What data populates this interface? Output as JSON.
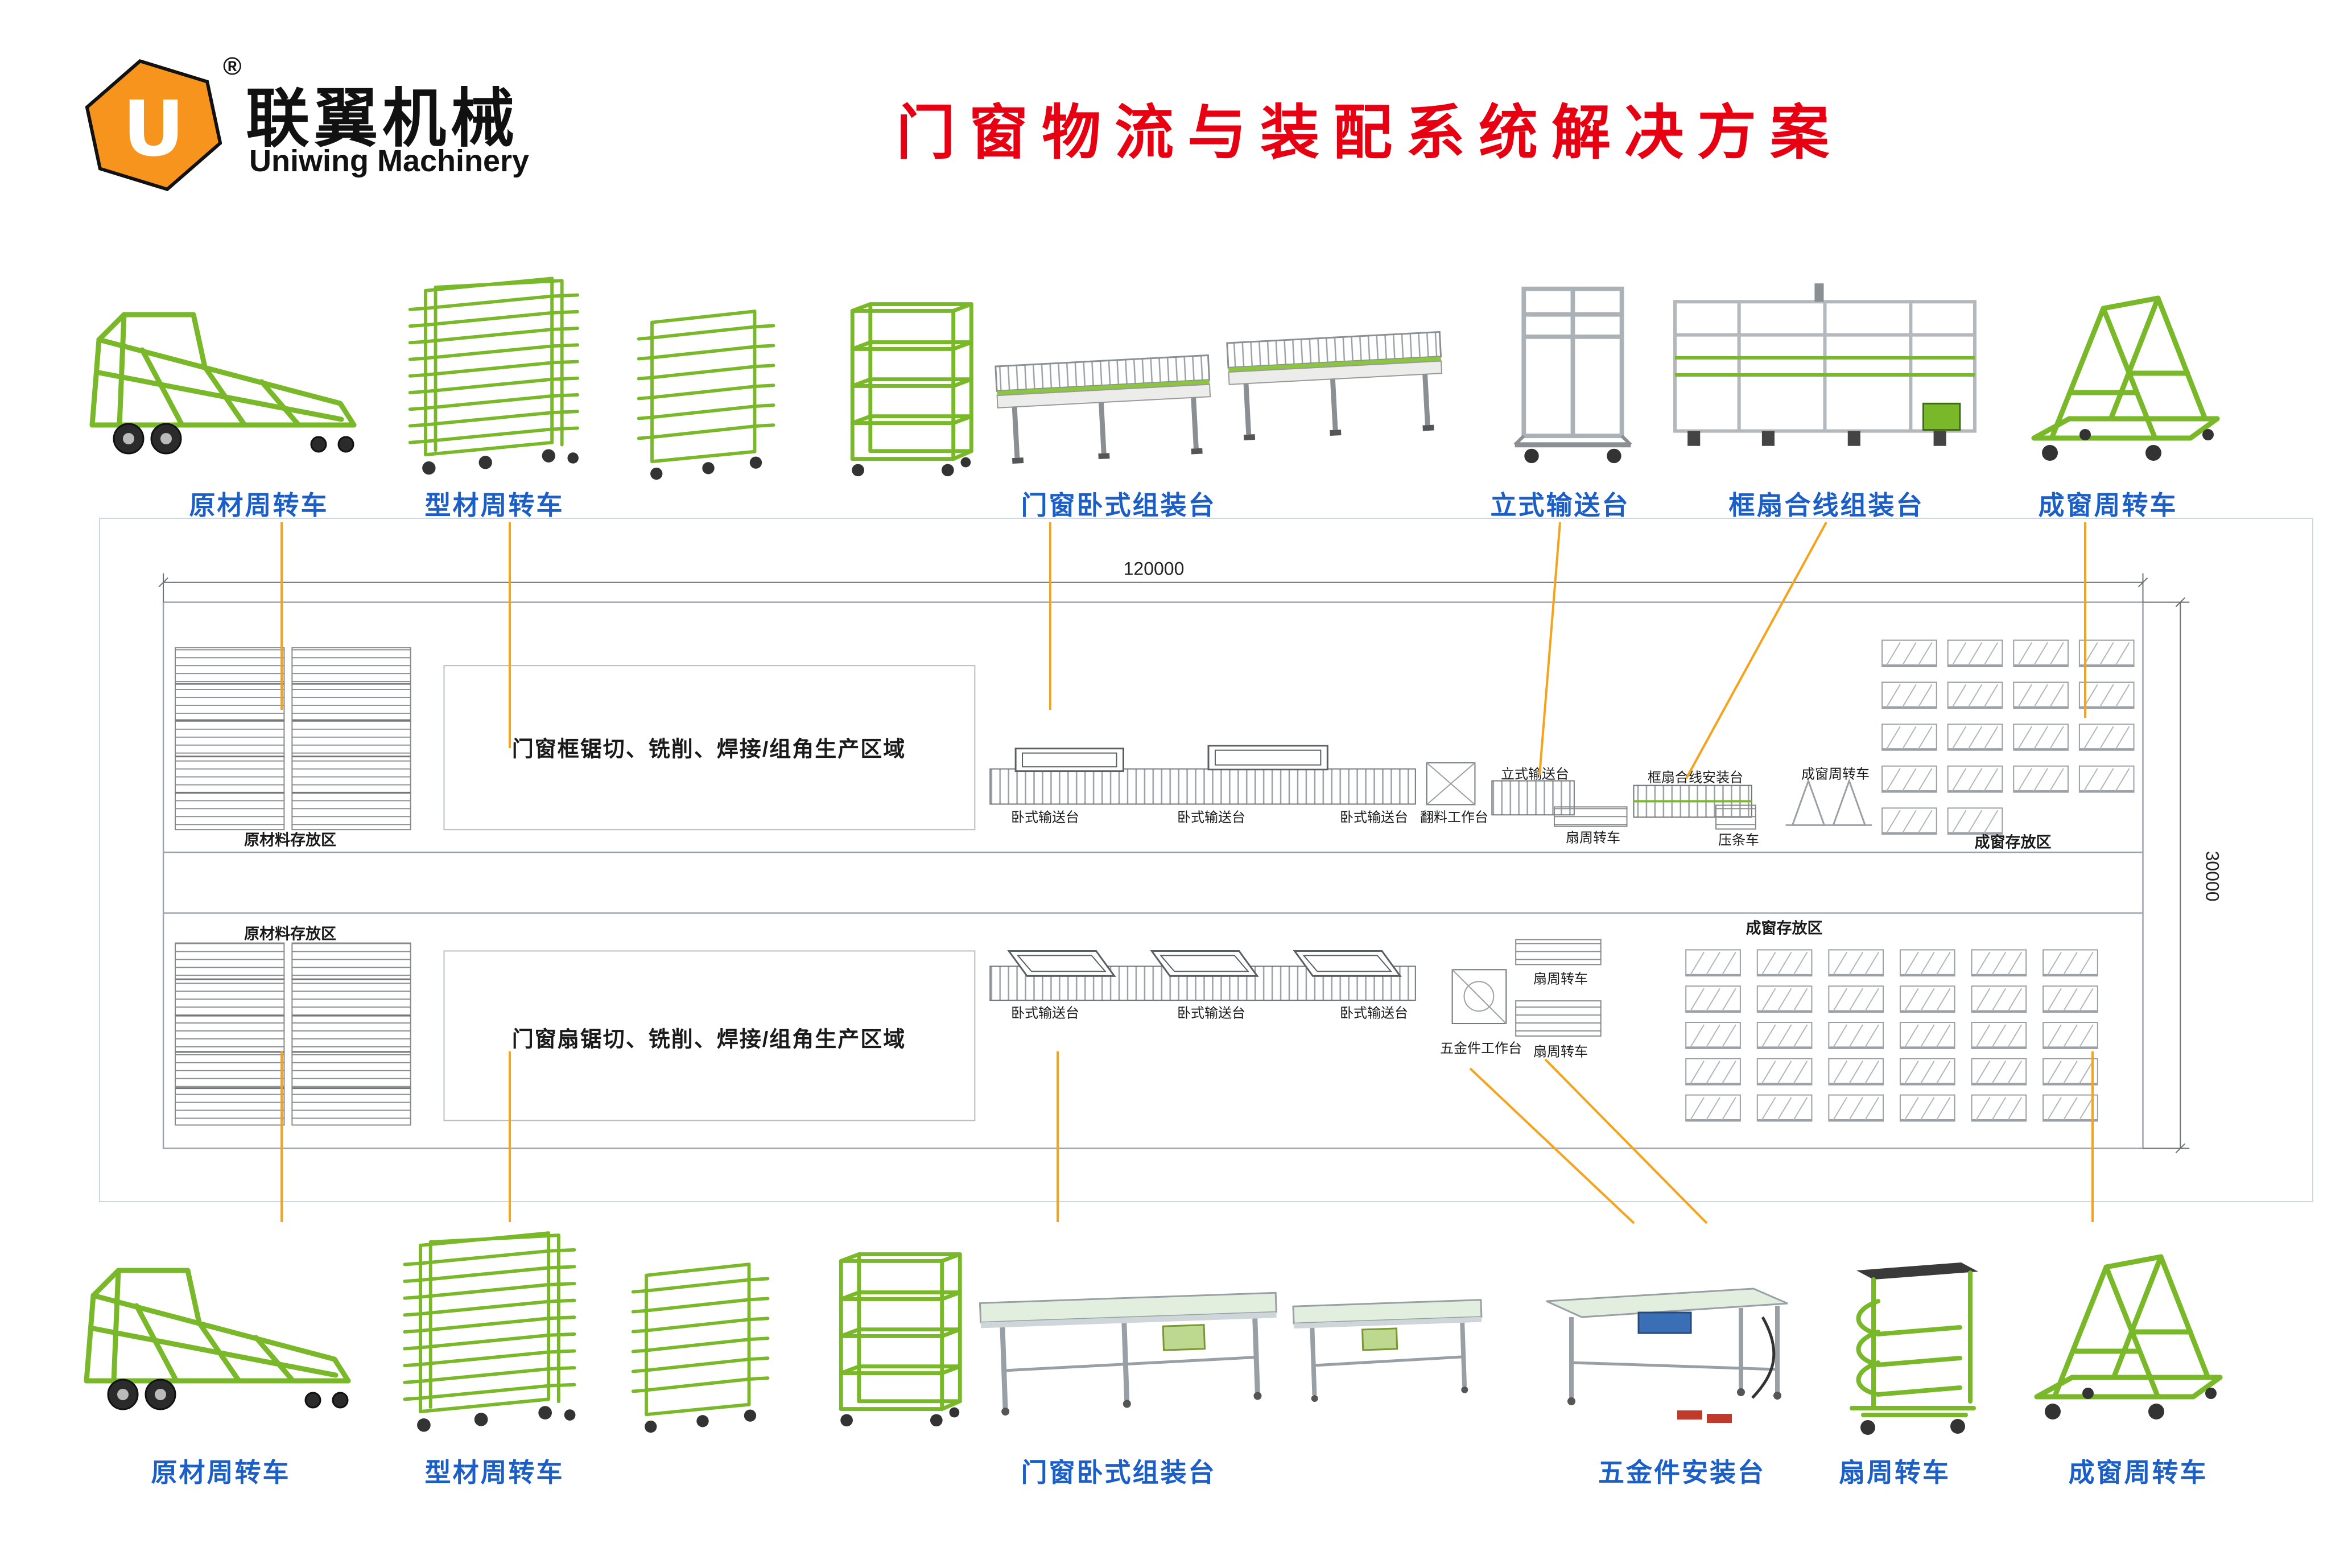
{
  "colors": {
    "title_red": "#e60012",
    "label_blue": "#1b5fc6",
    "connector_orange": "#f5a31a",
    "machine_green": "#79b829",
    "logo_orange": "#f7941e"
  },
  "header": {
    "logo_symbol": "U",
    "registered_mark": "®",
    "brand_cn": "联翼机械",
    "brand_en": "Uniwing Machinery",
    "title": "门窗物流与装配系统解决方案"
  },
  "top_row": [
    {
      "icon": "trailer-cart-icon",
      "label": "原材周转车"
    },
    {
      "icon": "profile-rack-cart-icon",
      "label": "型材周转车"
    },
    {
      "icon": "roller-assembly-table-icon",
      "label": "门窗卧式组装台"
    },
    {
      "icon": "vertical-conveyor-icon",
      "label": "立式输送台"
    },
    {
      "icon": "frame-sash-line-machine-icon",
      "label": "框扇合线组装台"
    },
    {
      "icon": "a-frame-cart-icon",
      "label": "成窗周转车"
    }
  ],
  "top_row_extra_icons": [
    "profile-rack-cart-medium-icon",
    "shelf-cart-icon"
  ],
  "bottom_row": [
    {
      "icon": "trailer-cart-icon",
      "label": "原材周转车"
    },
    {
      "icon": "profile-rack-cart-icon",
      "label": "型材周转车"
    },
    {
      "icon": "assembly-table-icon",
      "label": "门窗卧式组装台"
    },
    {
      "icon": "hardware-install-table-icon",
      "label": "五金件安装台"
    },
    {
      "icon": "sash-cart-icon",
      "label": "扇周转车"
    },
    {
      "icon": "a-frame-cart-icon",
      "label": "成窗周转车"
    }
  ],
  "bottom_row_extra_icons": [
    "profile-rack-cart-medium-icon",
    "shelf-cart-icon"
  ],
  "floor_plan": {
    "dim_width": "120000",
    "dim_height": "30000",
    "frame_line": {
      "storage": "原材料存放区",
      "zone": "门窗框锯切、铣削、焊接/组角生产区域",
      "conveyor1": "卧式输送台",
      "conveyor2": "卧式输送台",
      "conveyor3": "卧式输送台",
      "flip_table": "翻料工作台",
      "vertical_conveyor": "立式输送台",
      "frame_sash_install": "框扇合线安装台",
      "sash_cart": "扇周转车",
      "bead_cart": "压条车",
      "finished_cart": "成窗周转车",
      "finished_storage": "成窗存放区"
    },
    "sash_line": {
      "storage": "原材料存放区",
      "zone": "门窗扇锯切、铣削、焊接/组角生产区域",
      "conveyor1": "卧式输送台",
      "conveyor2": "卧式输送台",
      "conveyor3": "卧式输送台",
      "hardware_table": "五金件工作台",
      "sash_cart1": "扇周转车",
      "sash_cart2": "扇周转车",
      "finished_storage": "成窗存放区"
    }
  }
}
